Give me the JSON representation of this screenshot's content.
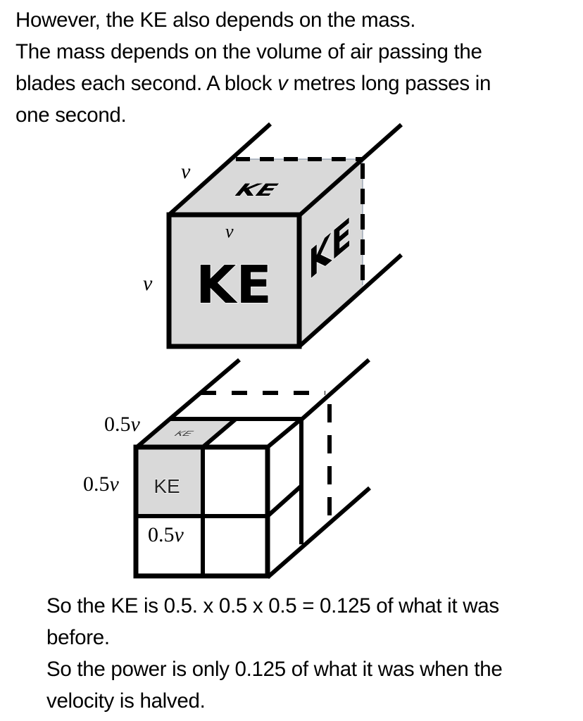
{
  "intro": {
    "lines": [
      "However, the KE also depends on the mass.",
      "The mass depends on the volume of air passing the",
      "blades each second. A block ",
      "one second."
    ],
    "line3_italic": "v",
    "line3_tail": " metres long passes in"
  },
  "diagram": {
    "large_cube": {
      "side_label": "v",
      "fill": "#d9d9d9",
      "labels": {
        "depth": "v",
        "width": "v",
        "height": "v"
      },
      "faces": {
        "front": "KE",
        "top": "KE",
        "right": "KE"
      }
    },
    "small_cube": {
      "side_label": "0.5v",
      "fill": "#d9d9d9",
      "labels": {
        "depth": {
          "num": "0.5",
          "var": "v"
        },
        "height": {
          "num": "0.5",
          "var": "v"
        },
        "width": {
          "num": "0.5",
          "var": "v"
        }
      },
      "faces": {
        "front": "KE",
        "top": "KE"
      },
      "subdivisions": "2 x 2 x 2 (one shaded)"
    },
    "colors": {
      "stroke": "#000000",
      "shade": "#d9d9d9",
      "background": "#ffffff"
    }
  },
  "conclusion": {
    "lines": [
      "So the KE is 0.5. x 0.5 x 0.5 = 0.125 of what it was",
      "before.",
      "So the power is only 0.125 of what it was when the",
      "velocity is halved."
    ]
  }
}
